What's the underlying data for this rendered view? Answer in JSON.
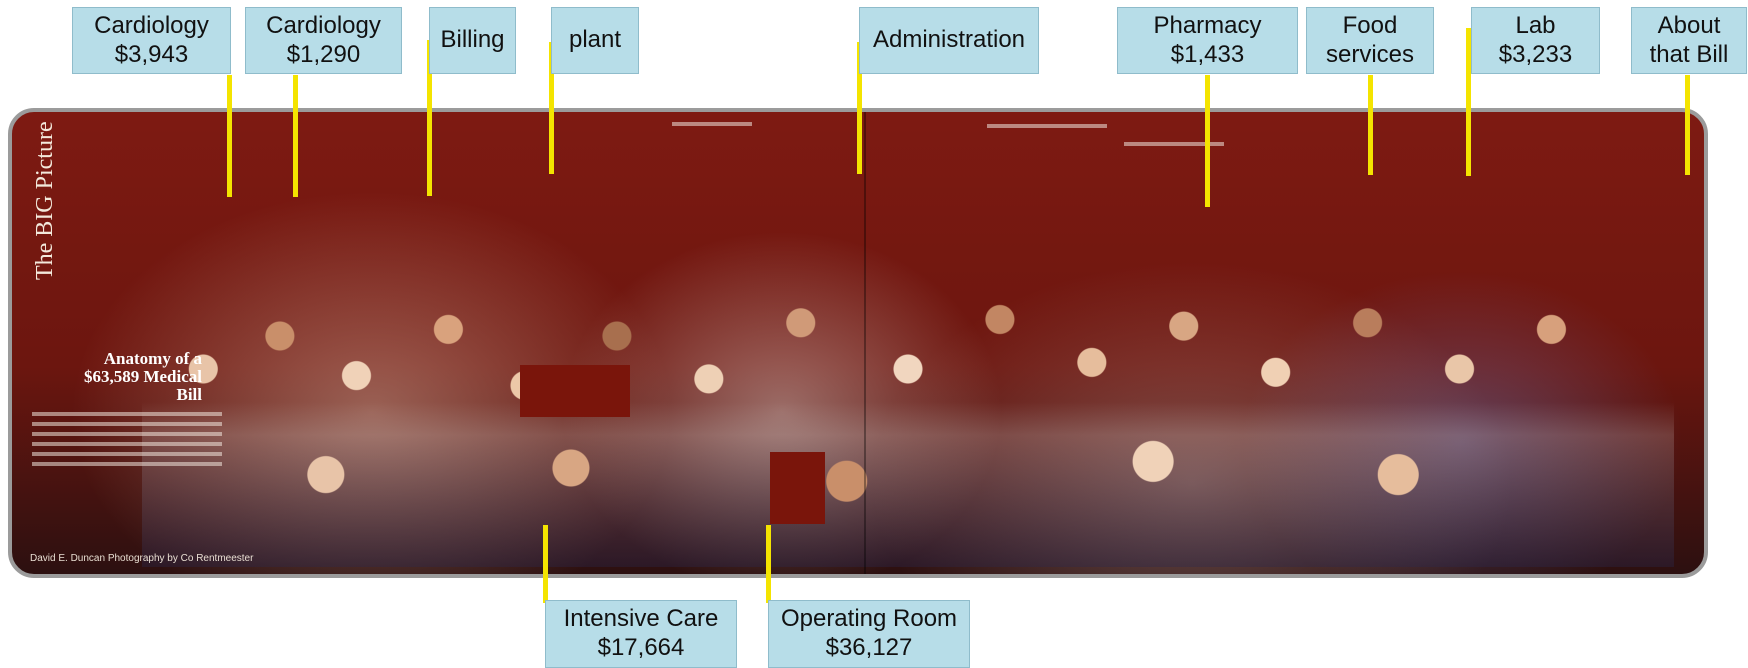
{
  "top_labels": [
    {
      "id": "cardiology-1",
      "lines": [
        "Cardiology",
        "$3,943"
      ]
    },
    {
      "id": "cardiology-2",
      "lines": [
        "Cardiology",
        "$1,290"
      ]
    },
    {
      "id": "billing",
      "lines": [
        "Billing"
      ]
    },
    {
      "id": "plant",
      "lines": [
        "plant"
      ]
    },
    {
      "id": "administration",
      "lines": [
        "Administration"
      ]
    },
    {
      "id": "pharmacy",
      "lines": [
        "Pharmacy",
        "$1,433"
      ]
    },
    {
      "id": "food-services",
      "lines": [
        "Food",
        "services"
      ]
    },
    {
      "id": "lab",
      "lines": [
        "Lab",
        "$3,233"
      ]
    },
    {
      "id": "about-bill",
      "lines": [
        "About",
        "that Bill"
      ]
    }
  ],
  "bottom_labels": [
    {
      "id": "intensive-care",
      "lines": [
        "Intensive Care",
        "$17,664"
      ]
    },
    {
      "id": "operating-room",
      "lines": [
        "Operating Room",
        "$36,127"
      ]
    }
  ],
  "photo": {
    "masthead": "The BIG Picture",
    "headline": "Anatomy of a $63,589 Medical Bill",
    "credit": "David E. Duncan   Photography by Co Rentmeester",
    "colors": {
      "background": "#7e1a12",
      "label_fill": "#b7dde8",
      "connector": "#f4e400",
      "frame": "#9b9b9b"
    }
  }
}
